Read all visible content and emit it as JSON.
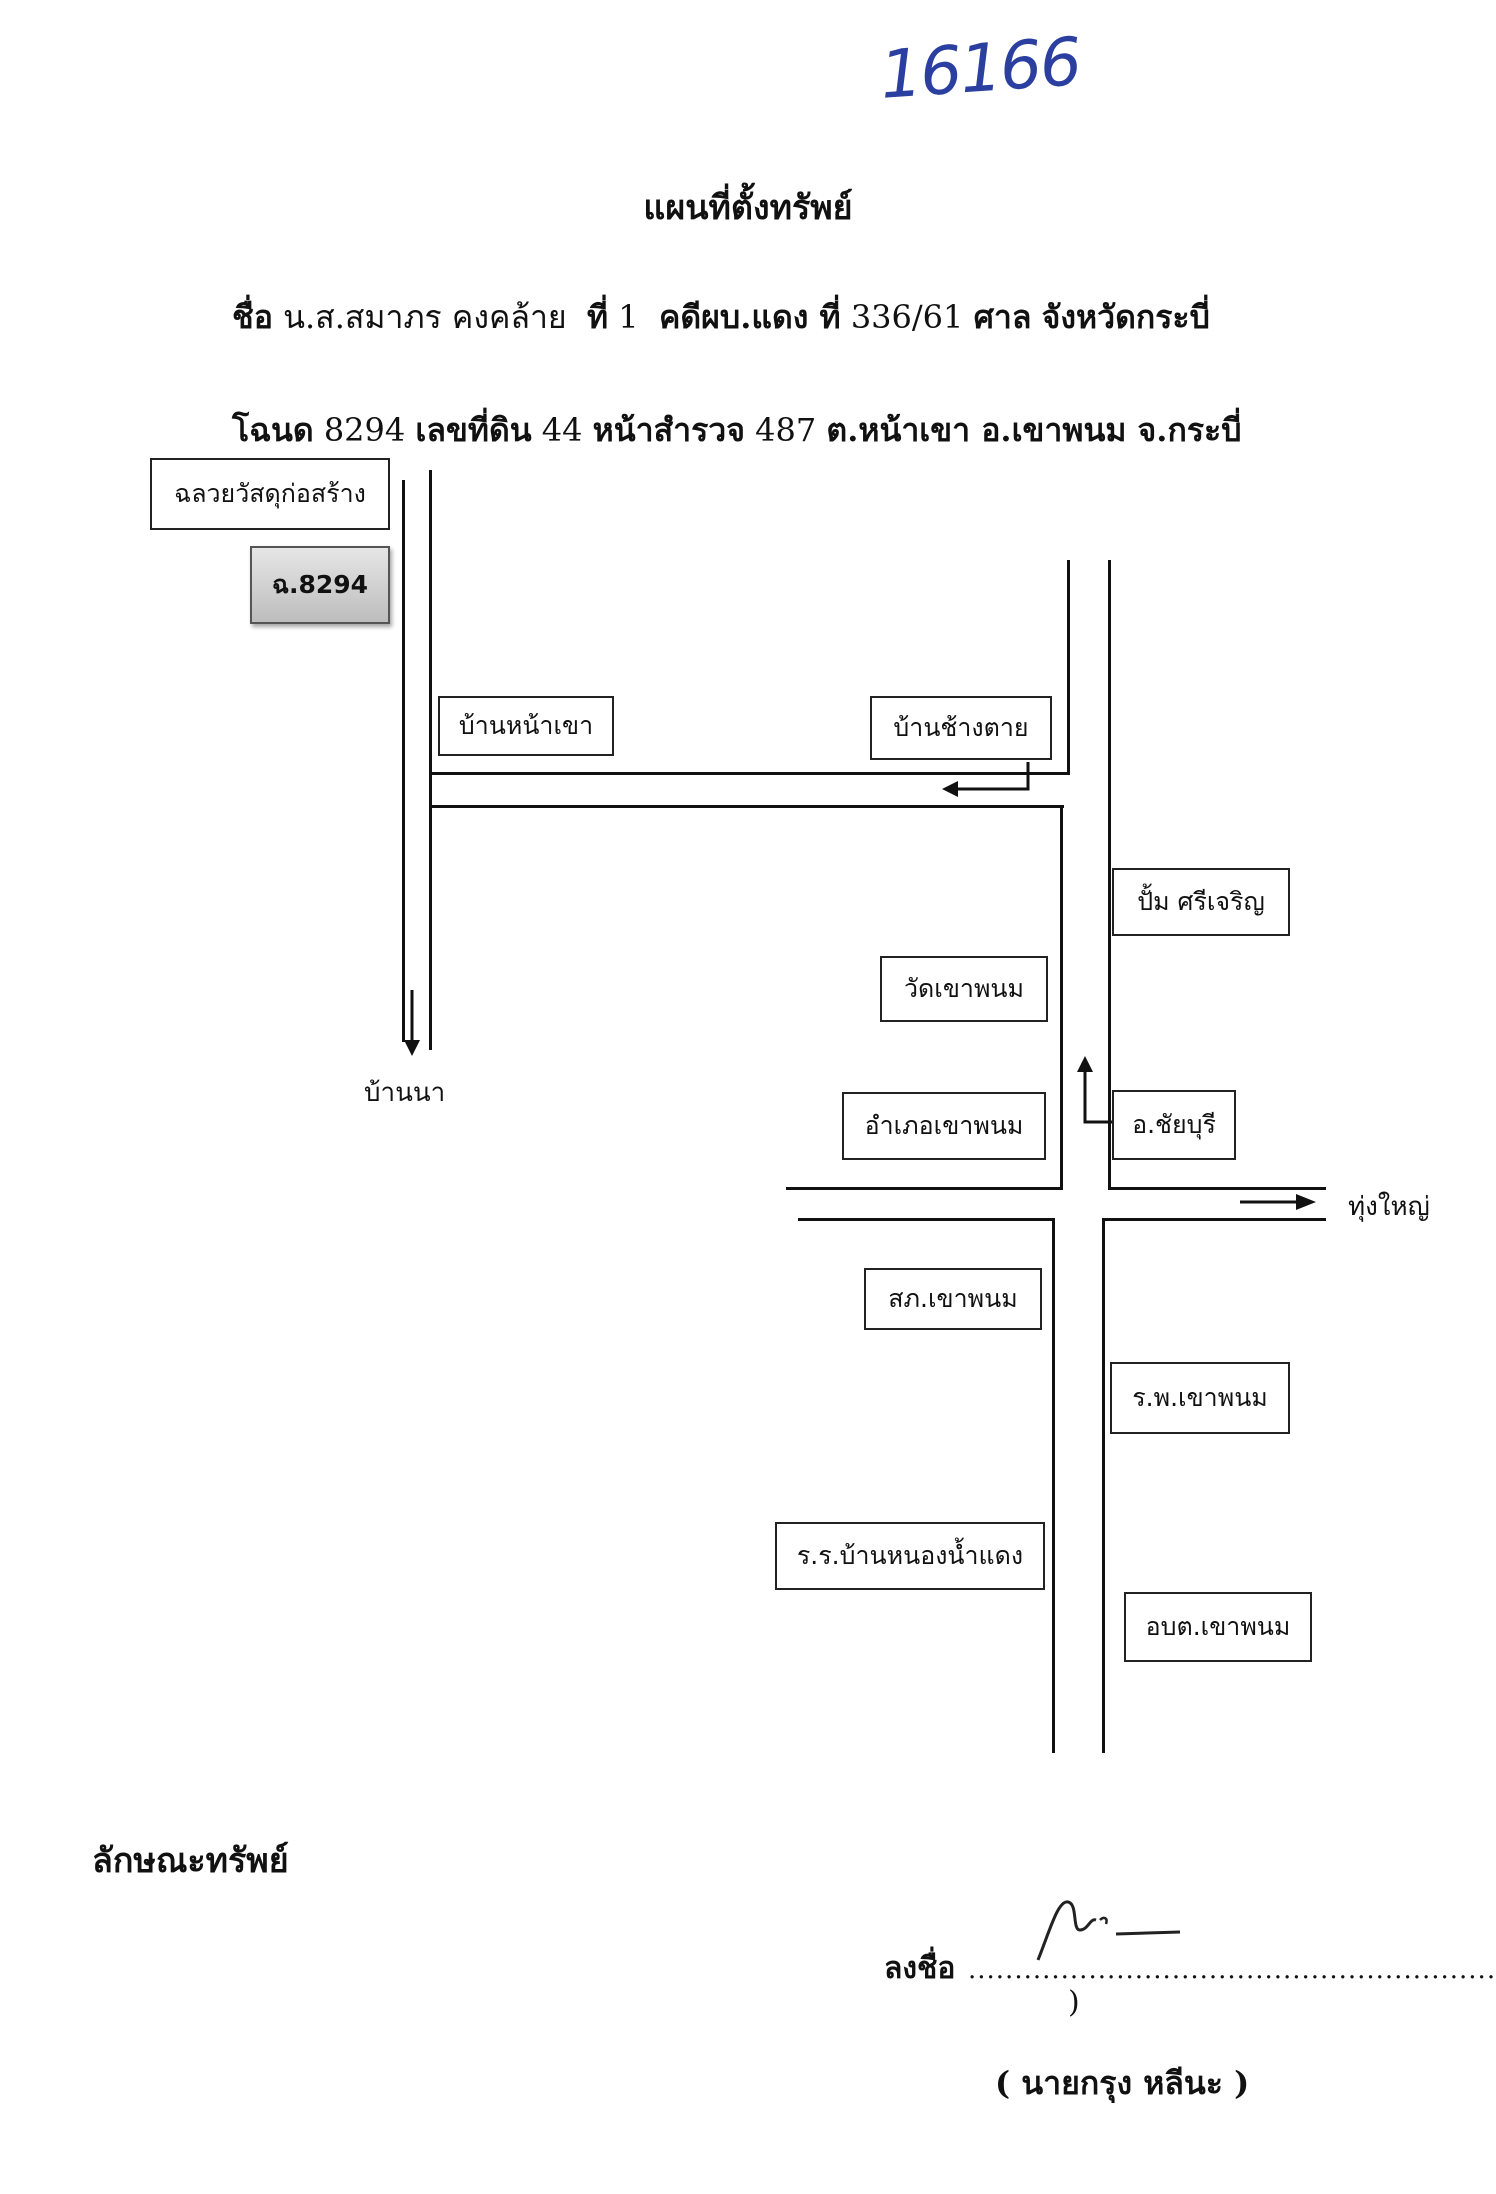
{
  "handwritten_number": "16166",
  "title": "แผนที่ตั้งทรัพย์",
  "info_line1": {
    "name_label": "ชื่อ",
    "name_value": "น.ส.สมาภร  คงคล้าย",
    "order_label": "ที่",
    "order_value": "1",
    "case_label": "คดีผบ.แดง ที่",
    "case_value": "336/61",
    "court_label": "ศาล",
    "court_value": "จังหวัดกระบี่"
  },
  "info_line2": {
    "deed_label": "โฉนด",
    "deed_value": "8294",
    "land_no_label": "เลขที่ดิน",
    "land_no_value": "44",
    "survey_label": "หน้าสำรวจ",
    "survey_value": "487",
    "location": "ต.หน้าเขา อ.เขาพนม จ.กระบี่"
  },
  "map": {
    "deed_marker": "ฉ.8294",
    "places": {
      "building_material_shop": "ฉลวยวัสดุก่อสร้าง",
      "ban_na_khao": "บ้านหน้าเขา",
      "ban_chang_tai": "บ้านช้างตาย",
      "pump_sri_charoen": "ปั้ม ศรีเจริญ",
      "wat_khao_phanom": "วัดเขาพนม",
      "amphoe_khao_phanom": "อำเภอเขาพนม",
      "chai_buri": "อ.ชัยบุรี",
      "police_station": "สภ.เขาพนม",
      "hospital": "ร.พ.เขาพนม",
      "school": "ร.ร.บ้านหนองน้ำแดง",
      "sao_khao_phanom": "อบต.เขาพนม"
    },
    "directions": {
      "ban_na": "บ้านนา",
      "thung_yai": "ทุ่งใหญ่"
    }
  },
  "property_section": "ลักษณะทรัพย์",
  "signature": {
    "label": "ลงชื่อ",
    "dots": "................................................................",
    "close_paren": ")",
    "name": "(  นายกรุง หลีนะ  )"
  }
}
